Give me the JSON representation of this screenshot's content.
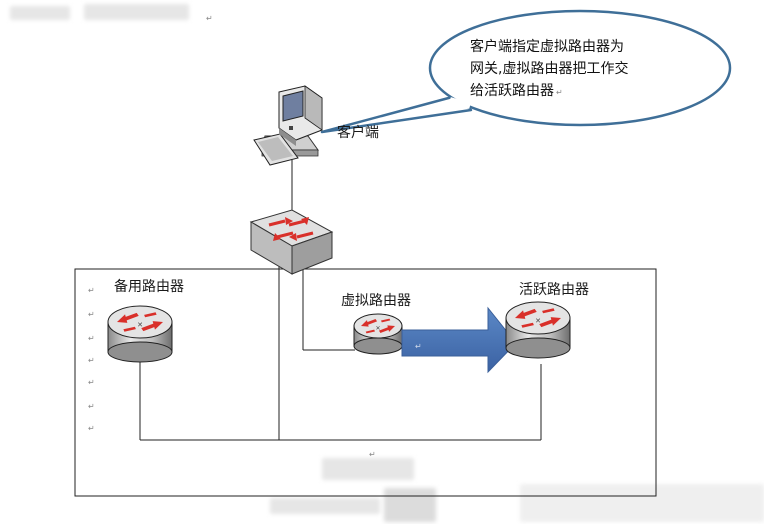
{
  "callout": {
    "lines": [
      "客户端指定虚拟路由器为",
      "网关,虚拟路由器把工作交",
      "给活跃路由器"
    ],
    "tail_mark": "↵"
  },
  "nodes": {
    "client": "客户端",
    "backup": "备用路由器",
    "virtual": "虚拟路由器",
    "active": "活跃路由器"
  },
  "markers": {
    "return": "↵"
  },
  "colors": {
    "line": "#222222",
    "bubble_stroke": "#3f6f98",
    "arrow_fill": "#4673b6",
    "router_red": "#d9302a",
    "router_body": "#d9d9d9"
  },
  "icons": [
    "computer-icon",
    "switch-icon",
    "router-icon",
    "right-arrow-icon"
  ]
}
